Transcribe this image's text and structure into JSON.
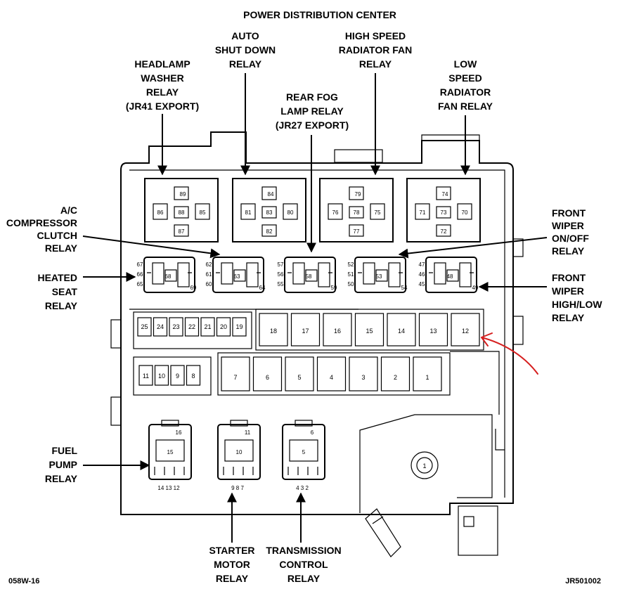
{
  "title": "POWER DISTRIBUTION CENTER",
  "footer": {
    "left": "058W-16",
    "right": "JR501002"
  },
  "labels": {
    "headlamp_washer": [
      "HEADLAMP",
      "WASHER",
      "RELAY",
      "(JR41 EXPORT)"
    ],
    "auto_shut_down": [
      "AUTO",
      "SHUT DOWN",
      "RELAY"
    ],
    "high_speed_fan": [
      "HIGH SPEED",
      "RADIATOR FAN",
      "RELAY"
    ],
    "low_speed_fan": [
      "LOW",
      "SPEED",
      "RADIATOR",
      "FAN RELAY"
    ],
    "rear_fog": [
      "REAR FOG",
      "LAMP RELAY",
      "(JR27 EXPORT)"
    ],
    "ac_clutch": [
      "A/C",
      "COMPRESSOR",
      "CLUTCH",
      "RELAY"
    ],
    "heated_seat": [
      "HEATED",
      "SEAT",
      "RELAY"
    ],
    "front_wiper_onoff": [
      "FRONT",
      "WIPER",
      "ON/OFF",
      "RELAY"
    ],
    "front_wiper_highlow": [
      "FRONT",
      "WIPER",
      "HIGH/LOW",
      "RELAY"
    ],
    "fuel_pump": [
      "FUEL",
      "PUMP",
      "RELAY"
    ],
    "starter_motor": [
      "STARTER",
      "MOTOR",
      "RELAY"
    ],
    "transmission_control": [
      "TRANSMISSION",
      "CONTROL",
      "RELAY"
    ]
  },
  "large_relays": [
    {
      "top": "89",
      "left": "86",
      "center": "88",
      "right": "85",
      "bottom": "87"
    },
    {
      "top": "84",
      "left": "81",
      "center": "83",
      "right": "80",
      "bottom": "82"
    },
    {
      "top": "79",
      "left": "76",
      "center": "78",
      "right": "75",
      "bottom": "77"
    },
    {
      "top": "74",
      "left": "71",
      "center": "73",
      "right": "70",
      "bottom": "72"
    }
  ],
  "mini_relays": [
    {
      "side": [
        "67",
        "66",
        "65"
      ],
      "center": "68",
      "corner": "69"
    },
    {
      "side": [
        "62",
        "61",
        "60"
      ],
      "center": "63",
      "corner": "64"
    },
    {
      "side": [
        "57",
        "56",
        "55"
      ],
      "center": "58",
      "corner": "59"
    },
    {
      "side": [
        "52",
        "51",
        "50"
      ],
      "center": "53",
      "corner": "54"
    },
    {
      "side": [
        "47",
        "46",
        "45"
      ],
      "center": "48",
      "corner": "49"
    }
  ],
  "small_fuses_top": [
    "25",
    "24",
    "23",
    "22",
    "21",
    "20",
    "19"
  ],
  "small_fuses_bottom": [
    "11",
    "10",
    "9",
    "8"
  ],
  "cartridge_fuses_top": [
    "18",
    "17",
    "16",
    "15",
    "14",
    "13",
    "12"
  ],
  "cartridge_fuses_bottom": [
    "7",
    "6",
    "5",
    "4",
    "3",
    "2",
    "1"
  ],
  "micro_relays": [
    {
      "top": "16",
      "center": "15",
      "pins": "14 13 12"
    },
    {
      "top": "11",
      "center": "10",
      "pins": "9 8 7"
    },
    {
      "top": "6",
      "center": "5",
      "pins": "4 3 2"
    }
  ],
  "stud": "1",
  "annotation_color": "#d62020"
}
